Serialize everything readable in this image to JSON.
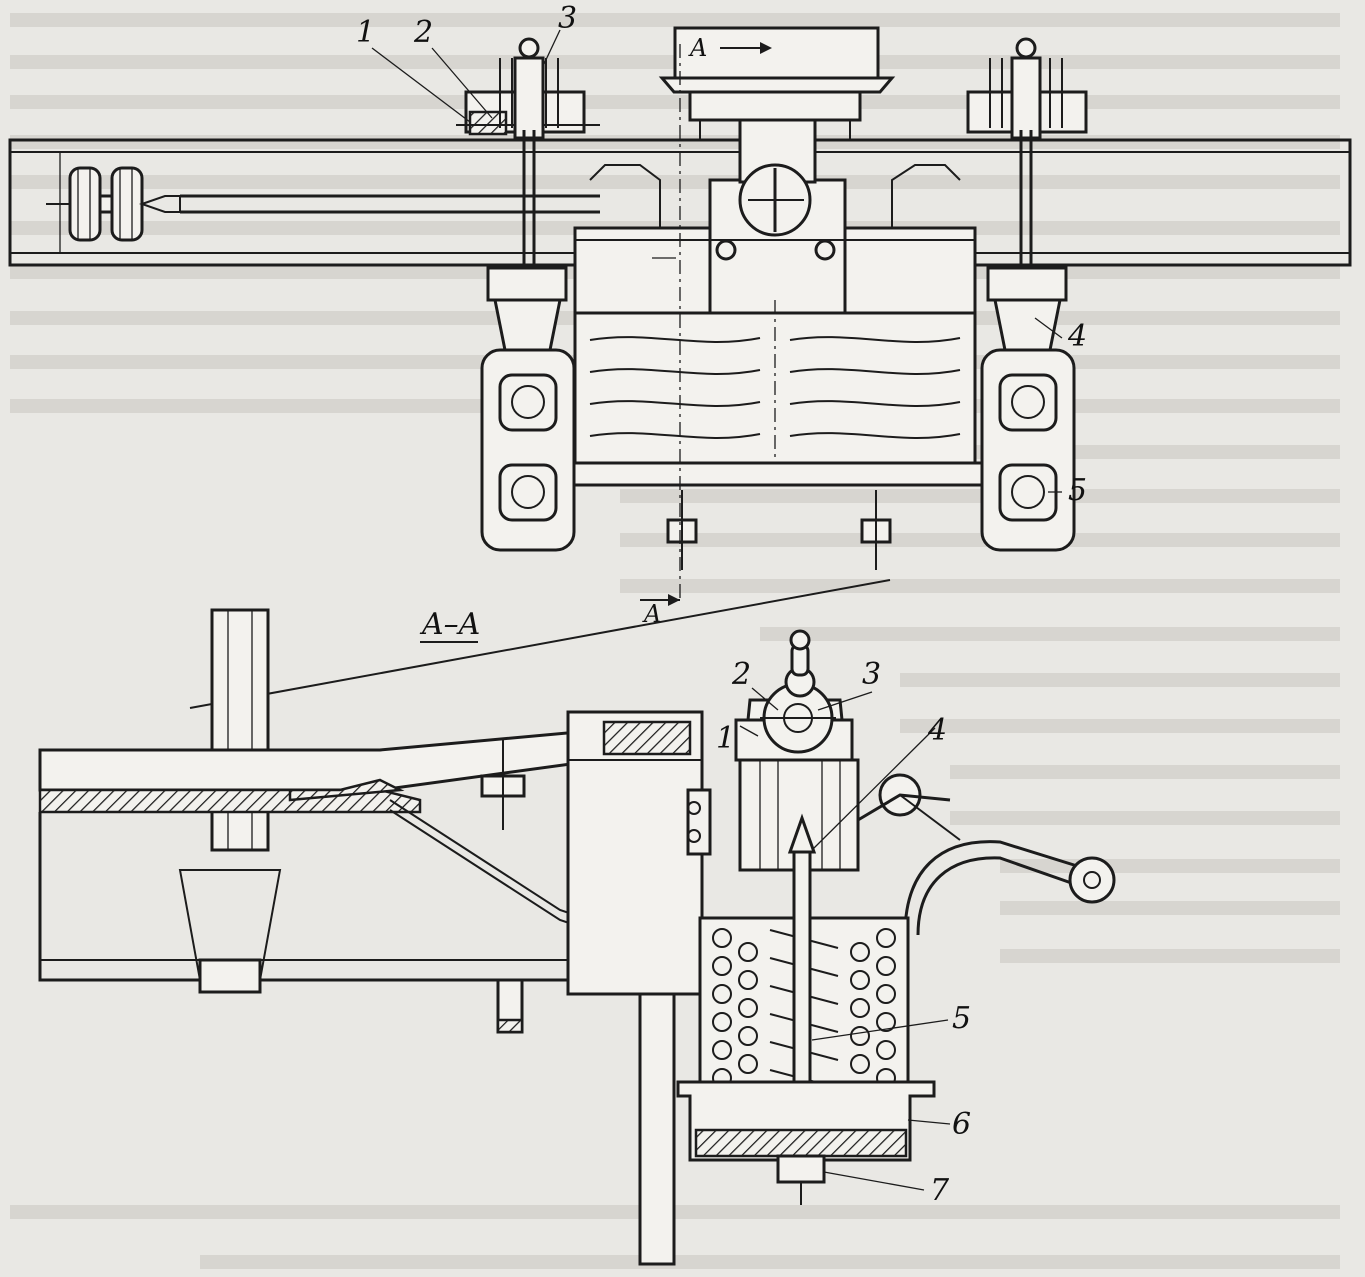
{
  "top_view": {
    "callouts": {
      "c1": "1",
      "c2": "2",
      "c3": "3",
      "c4": "4",
      "c5": "5"
    },
    "section_mark": "A"
  },
  "section_view": {
    "title": "A–A",
    "callouts": {
      "c1": "1",
      "c2": "2",
      "c3": "3",
      "c4": "4",
      "c5": "5",
      "c6": "6",
      "c7": "7"
    }
  }
}
